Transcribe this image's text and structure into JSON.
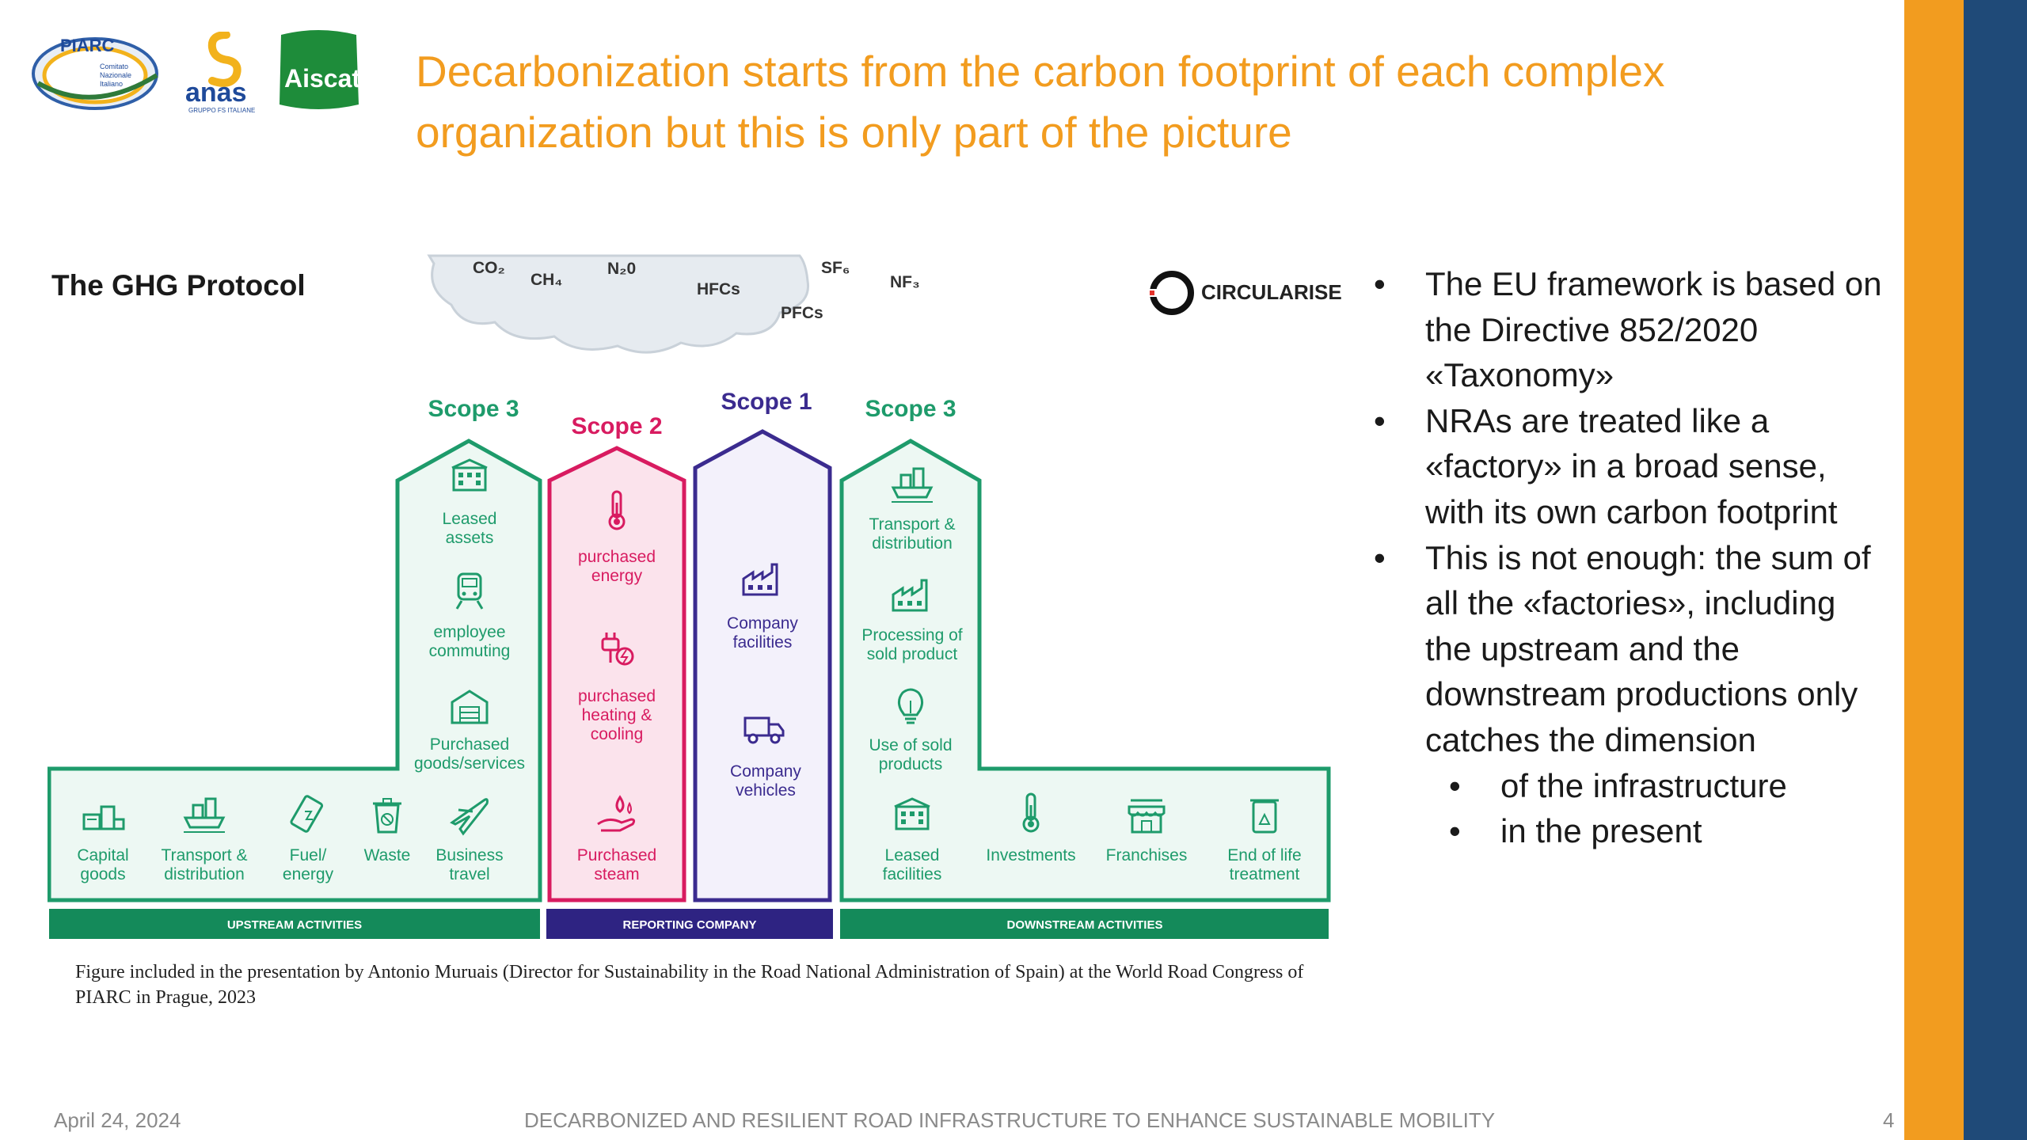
{
  "slide": {
    "title": "Decarbonization starts from the carbon footprint of each complex organization  but this is only part of the picture",
    "colors": {
      "title": "#f29c1f",
      "scope3": "#1e9b6b",
      "scope2": "#d81b60",
      "scope1": "#3b2b8f"
    }
  },
  "logos": {
    "piarc": {
      "name": "PIARC",
      "sub": [
        "Comitato",
        "Nazionale",
        "Italiano"
      ]
    },
    "anas": {
      "name": "anas",
      "sub": "GRUPPO FS ITALIANE"
    },
    "aiscat": {
      "name": "Aiscat"
    }
  },
  "figure": {
    "title": "The GHG Protocol",
    "brand": "CIRCULARISE",
    "gases": [
      "CO₂",
      "CH₄",
      "N₂0",
      "HFCs",
      "PFCs",
      "SF₆",
      "NF₃"
    ],
    "scopes": {
      "upstream": {
        "label": "Scope 3",
        "items": [
          "Leased assets",
          "employee commuting",
          "Purchased goods/services"
        ]
      },
      "scope2": {
        "label": "Scope 2",
        "items": [
          "purchased energy",
          "purchased heating & cooling",
          "Purchased steam"
        ]
      },
      "scope1": {
        "label": "Scope 1",
        "items": [
          "Company facilities",
          "Company vehicles"
        ]
      },
      "downstream": {
        "label": "Scope 3",
        "items": [
          "Transport & distribution",
          "Processing of sold product",
          "Use of sold products"
        ]
      }
    },
    "upstream_row": [
      "Capital goods",
      "Transport & distribution",
      "Fuel/ energy",
      "Waste",
      "Business travel"
    ],
    "downstream_row": [
      "Leased facilities",
      "Investments",
      "Franchises",
      "End of life treatment"
    ],
    "bands": {
      "upstream": "UPSTREAM ACTIVITIES",
      "reporting": "REPORTING COMPANY",
      "downstream": "DOWNSTREAM ACTIVITIES"
    }
  },
  "caption": "Figure included in the presentation by Antonio Muruais (Director for Sustainability in the Road National Administration of Spain) at the World Road Congress of PIARC in Prague, 2023",
  "bullets": [
    {
      "text": "The EU framework is based on the Directive 852/2020 «Taxonomy»",
      "level": 1
    },
    {
      "text": "NRAs are treated like a «factory» in a broad sense, with its own carbon footprint",
      "level": 1
    },
    {
      "text": "This is not enough: the sum of all the «factories», including the upstream and the downstream productions only catches the dimension",
      "level": 1
    },
    {
      "text": "of the infrastructure",
      "level": 2
    },
    {
      "text": "in the present",
      "level": 2
    }
  ],
  "bullet_symbol": "•",
  "footer": {
    "date": "April 24, 2024",
    "title": "DECARBONIZED AND RESILIENT ROAD INFRASTRUCTURE TO ENHANCE SUSTAINABLE MOBILITY",
    "page": "4"
  }
}
